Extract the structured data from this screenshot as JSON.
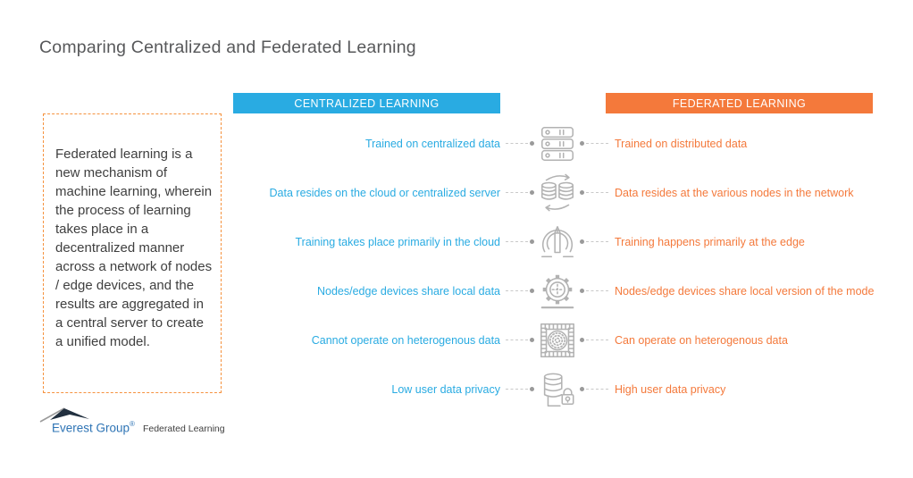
{
  "title": "Comparing Centralized and Federated Learning",
  "description_box": {
    "text": "Federated learning is a new mechanism of machine learning, wherein the process of learning takes place in a decentralized manner across a network of nodes / edge devices, and the results are aggregated in a central server to create a unified model."
  },
  "columns": {
    "centralized": {
      "header": "CENTRALIZED LEARNING",
      "color": "#29abe2"
    },
    "federated": {
      "header": "FEDERATED LEARNING",
      "color": "#f4793b"
    }
  },
  "rows": [
    {
      "icon": "server-stack-icon",
      "centralized": "Trained on centralized data",
      "federated": "Trained on distributed data"
    },
    {
      "icon": "database-sync-icon",
      "centralized": "Data resides on the cloud or centralized server",
      "federated": "Data resides at the various nodes in the network"
    },
    {
      "icon": "pencil-broadcast-icon",
      "centralized": "Training takes place primarily in the cloud",
      "federated": "Training happens primarily at the edge"
    },
    {
      "icon": "gear-crosshair-icon",
      "centralized": "Nodes/edge devices share local data",
      "federated": "Nodes/edge devices share local version of the mode"
    },
    {
      "icon": "grid-filter-icon",
      "centralized": "Cannot operate on heterogenous data",
      "federated": "Can operate on heterogenous data"
    },
    {
      "icon": "database-lock-icon",
      "centralized": "Low user data privacy",
      "federated": "High user data privacy"
    }
  ],
  "footer": {
    "brand": "Everest Group",
    "registered": "®",
    "tagline": "Federated Learning"
  },
  "colors": {
    "centralized_blue": "#29abe2",
    "federated_orange": "#f4793b",
    "icon_gray": "#b2b2b2",
    "title_gray": "#57585a"
  }
}
